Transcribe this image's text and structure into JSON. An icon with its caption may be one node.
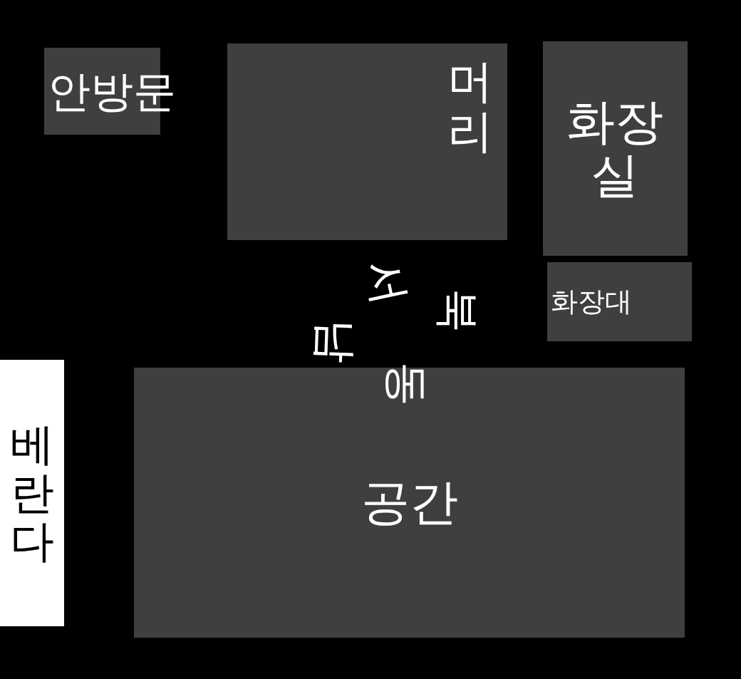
{
  "diagram": {
    "nodes": [
      {
        "text": [
          "안방문"
        ]
      },
      {
        "text": [
          "머리"
        ]
      },
      {
        "text": [
          "화장실"
        ]
      },
      {
        "text": [
          "화장대"
        ]
      },
      {
        "text": [
          "베란다"
        ]
      },
      {
        "text": [
          "공간"
        ]
      }
    ],
    "labels": [
      "서",
      "북",
      "남",
      "동"
    ]
  }
}
